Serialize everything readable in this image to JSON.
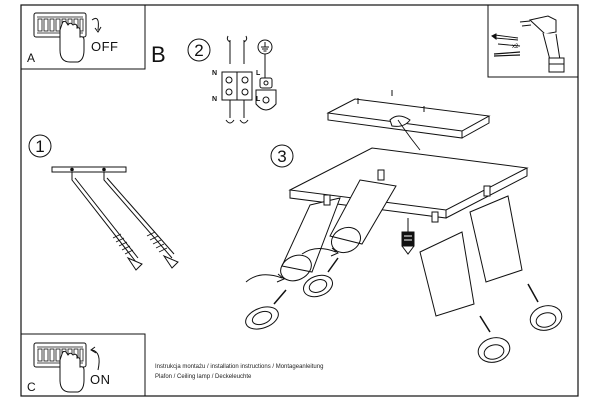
{
  "panel_a": {
    "letter": "A",
    "switch_text": "OFF"
  },
  "panel_c": {
    "letter": "C",
    "switch_text": "ON"
  },
  "panel_b": {
    "letter": "B"
  },
  "steps": {
    "step1": "1",
    "step2": "2",
    "step3": "3"
  },
  "wiring": {
    "n_top": "N",
    "l_top": "L",
    "n_bottom": "N",
    "l_bottom": "L"
  },
  "tools": {
    "quantity": "x2"
  },
  "caption": {
    "line1": "Instrukcja montażu / installation instructions / Montageanleitung",
    "line2": "Plafon / Ceiling lamp / Deckeleuchte"
  }
}
